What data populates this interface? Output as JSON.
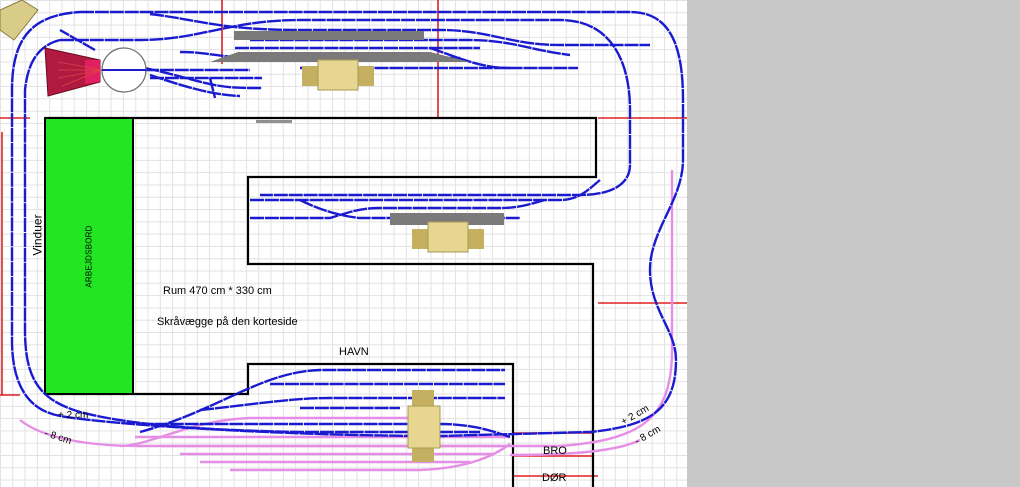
{
  "labels": {
    "room_size": "Rum  470 cm  *  330  cm",
    "sloped_walls": "Skråvægge på den korteside",
    "harbour": "HAVN",
    "workbench": "ARBEJDSBORD",
    "windows": "Vinduer",
    "bridge": "BRO",
    "door": "DØR",
    "left_plus": "+ 2 cm",
    "left_minus": "- 8 cm",
    "right_plus": "+ 2 cm",
    "right_minus": "- 8 cm"
  },
  "colors": {
    "track_main": "#1a1ad0",
    "track_lower": "#e58ee5",
    "workbench": "#22e622",
    "wall": "#000000",
    "marker": "#e02020",
    "platform": "#7a7a7a",
    "station_building": "#e6d690",
    "turntable_shed": "#b01a40",
    "background": "#c8c8c8"
  }
}
